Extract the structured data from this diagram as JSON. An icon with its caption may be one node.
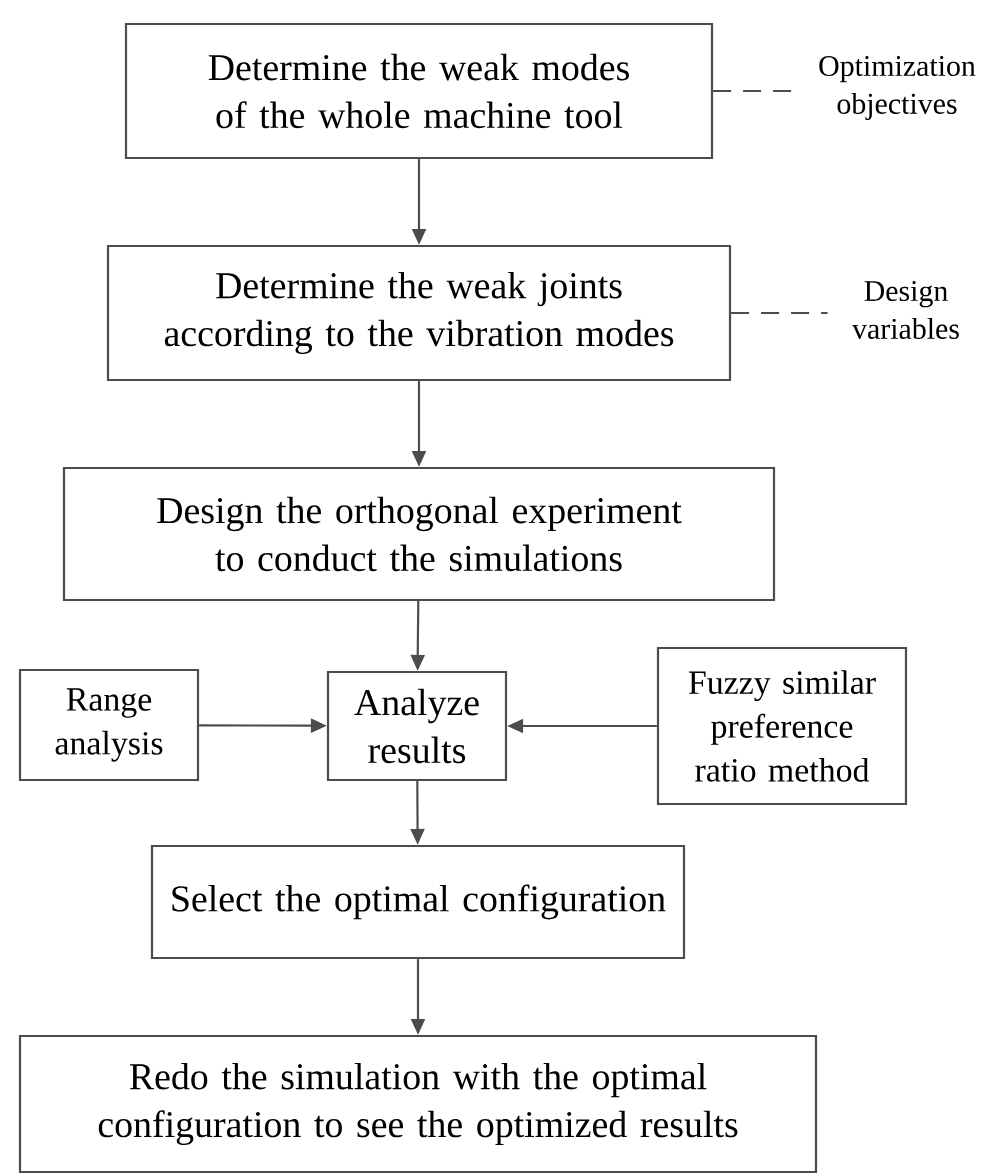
{
  "diagram": {
    "nodes": [
      {
        "text": [
          "Determine the weak modes of the whole machine tool"
        ]
      },
      {
        "text": [
          "Determine the weak joints according to the vibration modes"
        ]
      },
      {
        "text": [
          "Design the orthogonal experiment to conduct the simulations"
        ]
      },
      {
        "text": [
          "Range analysis"
        ]
      },
      {
        "text": [
          "Analyze results"
        ]
      },
      {
        "text": [
          "Fuzzy similar preference ratio method"
        ]
      },
      {
        "text": [
          "Select the optimal configuration"
        ]
      },
      {
        "text": [
          "Redo the simulation with the optimal configuration to see the optimized results"
        ]
      },
      {
        "text": [
          "Optimization objectives"
        ]
      },
      {
        "text": [
          "Design variables"
        ]
      }
    ],
    "edges": [
      {
        "from": 0,
        "to": 1,
        "arrow": "to"
      },
      {
        "from": 1,
        "to": 2,
        "arrow": "to"
      },
      {
        "from": 2,
        "to": 4,
        "arrow": "to"
      },
      {
        "from": 3,
        "to": 4,
        "arrow": "to"
      },
      {
        "from": 5,
        "to": 4,
        "arrow": "to"
      },
      {
        "from": 4,
        "to": 6,
        "arrow": "to"
      },
      {
        "from": 6,
        "to": 7,
        "arrow": "to"
      },
      {
        "from": 0,
        "to": 8,
        "arrow": "none",
        "style": "dashed"
      },
      {
        "from": 1,
        "to": 9,
        "arrow": "none",
        "style": "dashed"
      }
    ]
  }
}
